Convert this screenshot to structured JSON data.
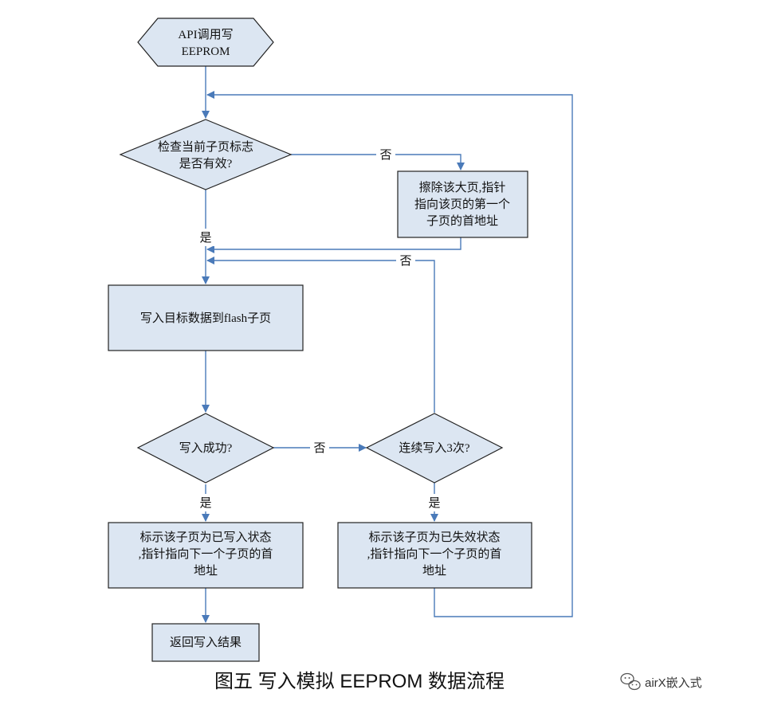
{
  "nodes": {
    "start": {
      "lines": [
        "API调用写",
        "EEPROM"
      ]
    },
    "check_subpage": {
      "lines": [
        "检查当前子页标志",
        "是否有效?"
      ]
    },
    "erase_page": {
      "lines": [
        "擦除该大页,指针",
        "指向该页的第一个",
        "子页的首地址"
      ]
    },
    "write_data": {
      "lines": [
        "写入目标数据到flash子页"
      ]
    },
    "write_success": {
      "lines": [
        "写入成功?"
      ]
    },
    "retry_three": {
      "lines": [
        "连续写入3次?"
      ]
    },
    "mark_written": {
      "lines": [
        "标示该子页为已写入状态",
        ",指针指向下一个子页的首",
        "地址"
      ]
    },
    "mark_invalid": {
      "lines": [
        "标示该子页为已失效状态",
        ",指针指向下一个子页的首",
        "地址"
      ]
    },
    "return_result": {
      "lines": [
        "返回写入结果"
      ]
    }
  },
  "edges": {
    "check_no": "否",
    "check_yes": "是",
    "retry_no": "否",
    "success_no": "否",
    "success_yes": "是",
    "retry_yes": "是"
  },
  "caption": "图五 写入模拟 EEPROM 数据流程",
  "watermark": "airX嵌入式",
  "colors": {
    "fill": "#dce6f2",
    "stroke": "#222222",
    "edge": "#4a7ab9"
  }
}
